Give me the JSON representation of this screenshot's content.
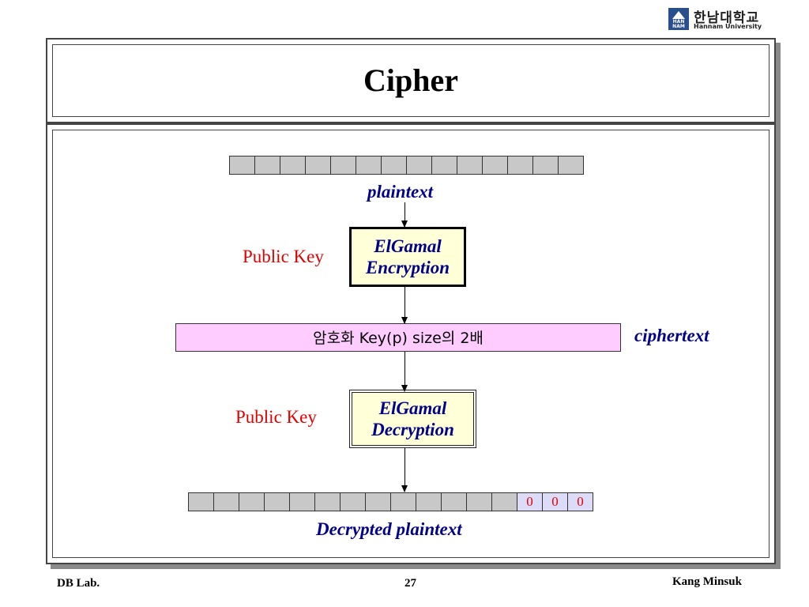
{
  "logo": {
    "korean": "한남대학교",
    "english": "Hannam University",
    "mark_text": "HAN NAM",
    "icon": "hannam-logo-icon"
  },
  "slide": {
    "title": "Cipher"
  },
  "diagram": {
    "plaintext_label": "plaintext",
    "public_key_label_1": "Public Key",
    "encryption_box": {
      "line1": "ElGamal",
      "line2": "Encryption"
    },
    "cipher_bar_text": "암호화 Key(p) size의 2배",
    "ciphertext_label": "ciphertext",
    "public_key_label_2": "Public Key",
    "decryption_box": {
      "line1": "ElGamal",
      "line2": "Decryption"
    },
    "decrypted_label": "Decrypted plaintext",
    "plaintext_cells": [
      "",
      "",
      "",
      "",
      "",
      "",
      "",
      "",
      "",
      "",
      "",
      "",
      "",
      ""
    ],
    "decrypted_cells": [
      "",
      "",
      "",
      "",
      "",
      "",
      "",
      "",
      "",
      "",
      "",
      "",
      "",
      "0",
      "0",
      "0"
    ],
    "colors": {
      "label_blue": "#00008b",
      "key_red": "#e00000",
      "box_fill": "#ffffd8",
      "cipher_fill": "#ffccff",
      "padding_fill": "#dcdcf8",
      "cell_fill": "#c8c8c8"
    }
  },
  "footer": {
    "left": "DB Lab.",
    "page_number": "27",
    "author": "Kang Minsuk"
  }
}
